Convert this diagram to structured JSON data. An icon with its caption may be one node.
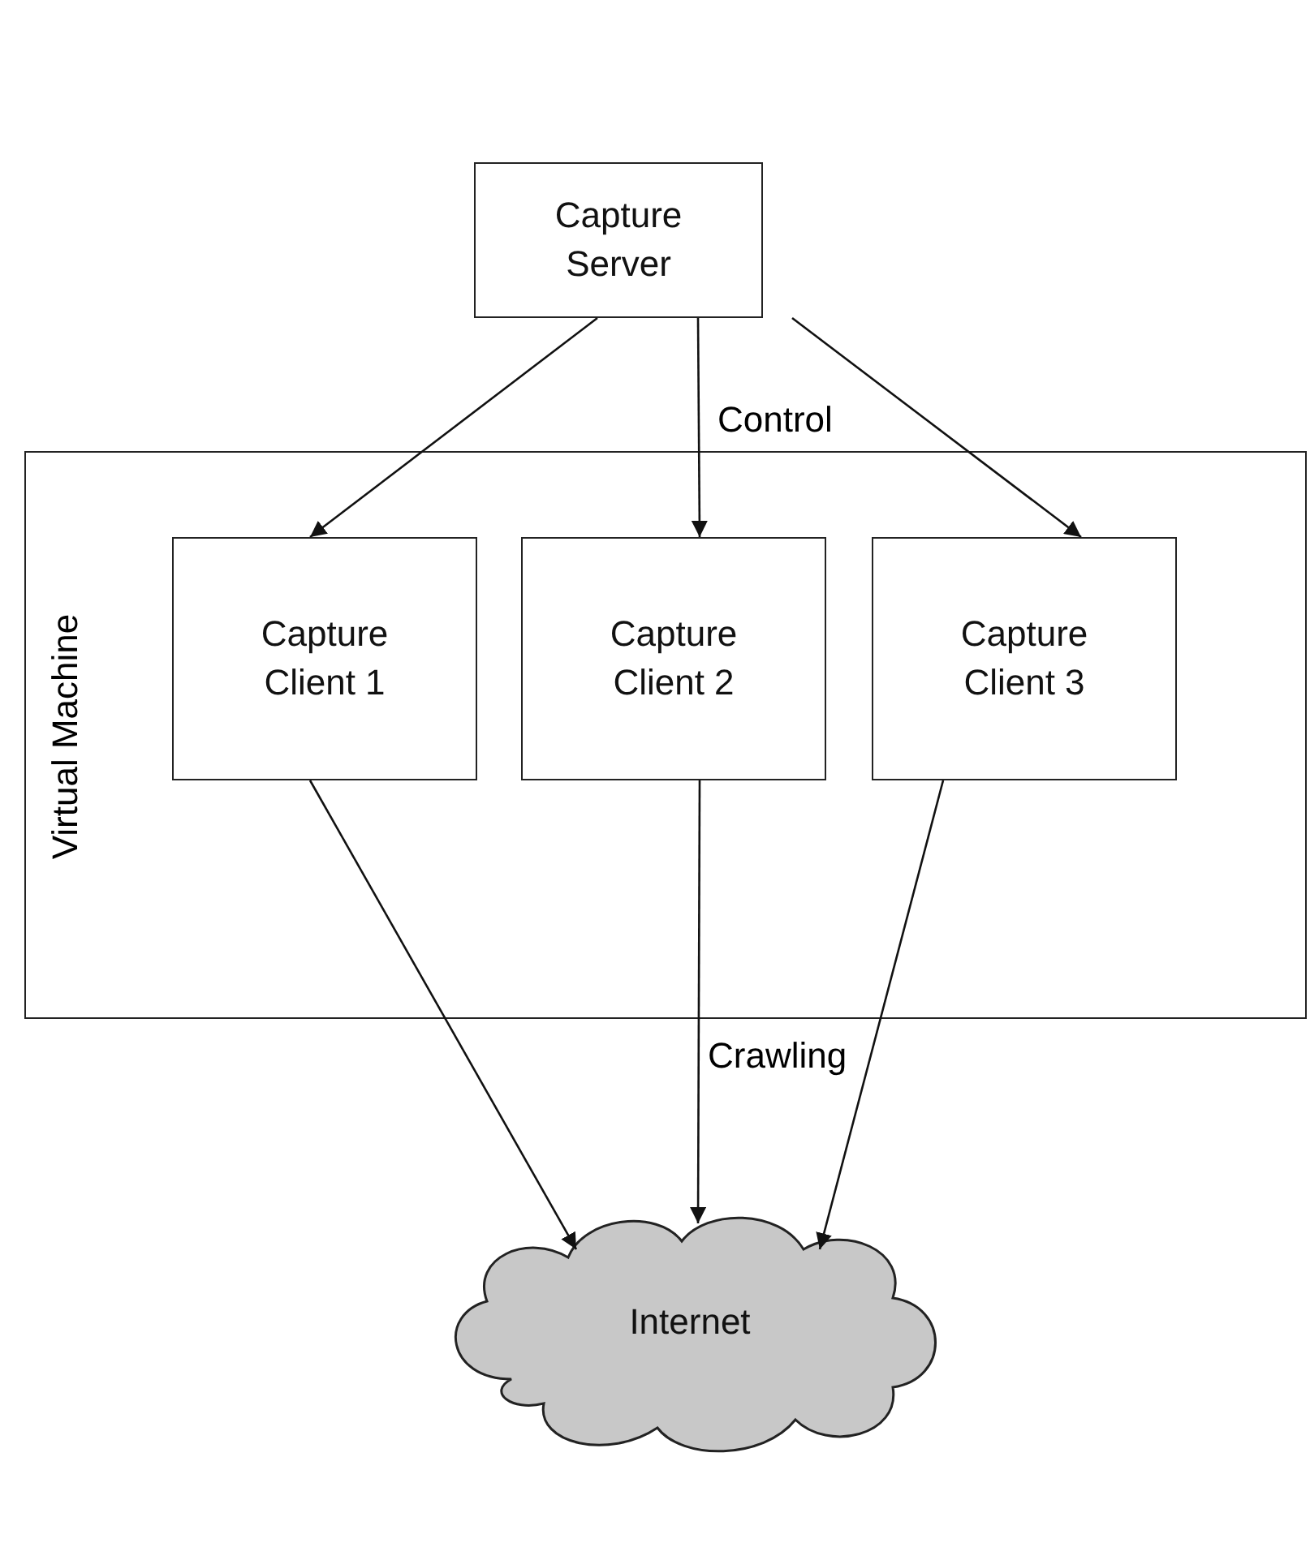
{
  "diagram": {
    "nodes": [
      {
        "text": [
          "Capture Server"
        ]
      },
      {
        "text": [
          "Virtual Machine"
        ]
      },
      {
        "text": [
          "Capture Client 1"
        ],
        "in": 1
      },
      {
        "text": [
          "Capture Client 2"
        ],
        "in": 1
      },
      {
        "text": [
          "Capture Client 3"
        ],
        "in": 1
      },
      {
        "text": [
          "Internet"
        ]
      }
    ],
    "edges": [
      {
        "from": 0,
        "to": 2,
        "arrow": "to"
      },
      {
        "from": 0,
        "to": 3,
        "arrow": "to",
        "label": "Control"
      },
      {
        "from": 0,
        "to": 4,
        "arrow": "to"
      },
      {
        "from": 2,
        "to": 5,
        "arrow": "to"
      },
      {
        "from": 3,
        "to": 5,
        "arrow": "to",
        "label": "Crawling"
      },
      {
        "from": 4,
        "to": 5,
        "arrow": "to"
      }
    ]
  }
}
